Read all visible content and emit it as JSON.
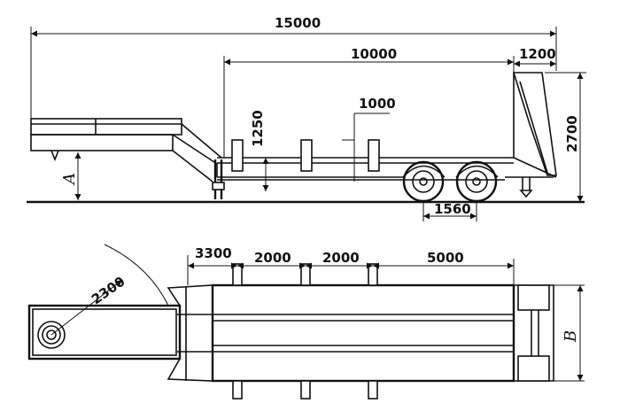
{
  "side_view": {
    "overall_length": "15000",
    "deck_length": "10000",
    "rear_ramp_length": "1200",
    "rear_height": "2700",
    "deck_height": "1250",
    "step_height": "1000",
    "axle_spacing": "1560",
    "gooseneck_height_label": "A"
  },
  "top_view": {
    "front_offset": "3300",
    "stake_spacing_1": "2000",
    "stake_spacing_2": "2000",
    "rear_spacing": "5000",
    "swing_radius": "2300",
    "width_label": "B"
  }
}
